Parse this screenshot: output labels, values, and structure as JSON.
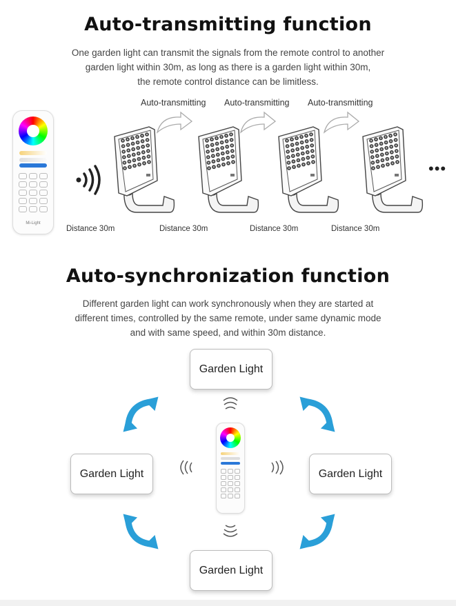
{
  "section1": {
    "title": "Auto-transmitting function",
    "desc_lines": [
      "One garden light can transmit the signals from the remote control to another",
      "garden light within 30m, as long as there is a garden light within 30m,",
      "the remote control distance can be limitless."
    ],
    "step_labels": [
      "Auto-transmitting",
      "Auto-transmitting",
      "Auto-transmitting"
    ],
    "distances": [
      "Distance 30m",
      "Distance 30m",
      "Distance 30m",
      "Distance 30m"
    ],
    "remote_brand": "Mi-Light",
    "more_symbol": "•••"
  },
  "section2": {
    "title": "Auto-synchronization function",
    "desc_lines": [
      "Different garden light can work synchronously when they are started at",
      "different times, controlled by the same remote, under same dynamic mode",
      "and with same speed, and within 30m distance."
    ],
    "lights": {
      "top": "Garden Light",
      "left": "Garden Light",
      "right": "Garden Light",
      "bottom": "Garden Light"
    },
    "accent_color": "#2a9fd8"
  }
}
